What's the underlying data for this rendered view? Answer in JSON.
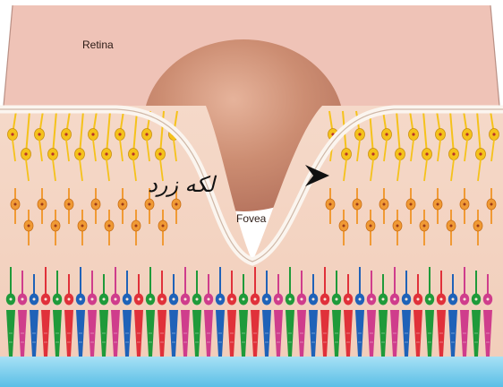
{
  "figure": {
    "labels": {
      "retina": "Retina",
      "fovea": "Fovea",
      "handwritten_annotation": "لکه زرد"
    },
    "colors": {
      "background": "#ffffff",
      "retina_surface": "#efc3b7",
      "pit": "#c9876d",
      "membrane": "#f3e7dd",
      "ganglion_cells": "#f5c21b",
      "bipolar_cells": "#f09a35",
      "photoreceptor_red": "#e0313a",
      "photoreceptor_green": "#1f9a3a",
      "photoreceptor_blue": "#1f62b8",
      "photoreceptor_magenta": "#cf3d8c",
      "pigment_layer": "#7fd3f0",
      "annotation_ink": "#111111"
    },
    "icons": {
      "annotation_pointer": "arrowhead-icon"
    }
  }
}
